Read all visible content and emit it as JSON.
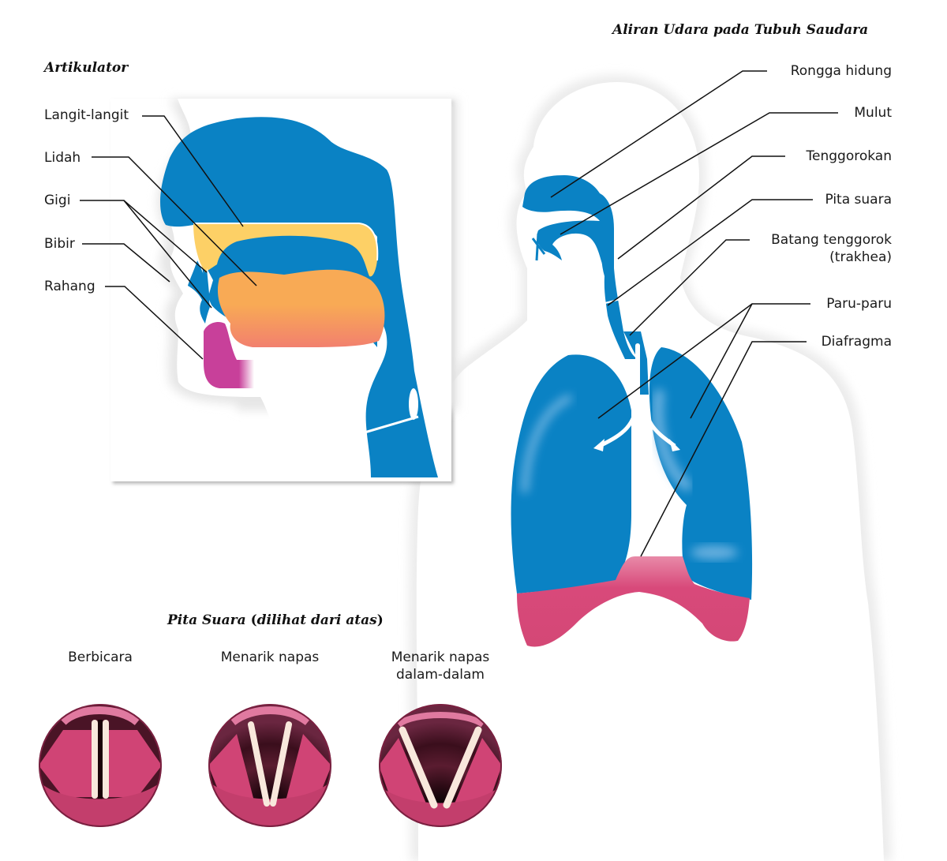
{
  "titles": {
    "articulator": "Artikulator",
    "airflow": "Aliran Udara pada Tubuh Saudara",
    "vocal_cords_main": "Pita Suara",
    "vocal_cords_paren_open": " (",
    "vocal_cords_sub": "dilihat dari atas",
    "vocal_cords_paren_close": ")"
  },
  "articulator_labels": [
    {
      "id": "langit-langit",
      "text": "Langit-langit"
    },
    {
      "id": "lidah",
      "text": "Lidah"
    },
    {
      "id": "gigi",
      "text": "Gigi"
    },
    {
      "id": "bibir",
      "text": "Bibir"
    },
    {
      "id": "rahang",
      "text": "Rahang"
    }
  ],
  "airflow_labels": [
    {
      "id": "rongga-hidung",
      "text": "Rongga hidung"
    },
    {
      "id": "mulut",
      "text": "Mulut"
    },
    {
      "id": "tenggorokan",
      "text": "Tenggorokan"
    },
    {
      "id": "pita-suara",
      "text": "Pita suara"
    },
    {
      "id": "batang-tenggorok",
      "text": "Batang tenggorok",
      "text2": "(trakhea)"
    },
    {
      "id": "paru-paru",
      "text": "Paru-paru"
    },
    {
      "id": "diafragma",
      "text": "Diafragma"
    }
  ],
  "vocal_cord_states": [
    {
      "id": "berbicara",
      "line1": "Berbicara",
      "line2": ""
    },
    {
      "id": "menarik-napas",
      "line1": "Menarik napas",
      "line2": ""
    },
    {
      "id": "menarik-napas-dalam",
      "line1": "Menarik napas",
      "line2": "dalam-dalam"
    }
  ],
  "colors": {
    "airway_blue": "#0a82c4",
    "palate_yellow": "#fdd066",
    "tongue_orange": "#f8aa55",
    "tongue_muscle": "#f2856e",
    "jaw_magenta": "#c8409a",
    "diaphragm_pink": "#d8497a",
    "body_silhouette": "#ececec",
    "vocal_pink": "#d04475",
    "vocal_dark": "#4a1426",
    "cord_white": "#f8e8dc"
  }
}
